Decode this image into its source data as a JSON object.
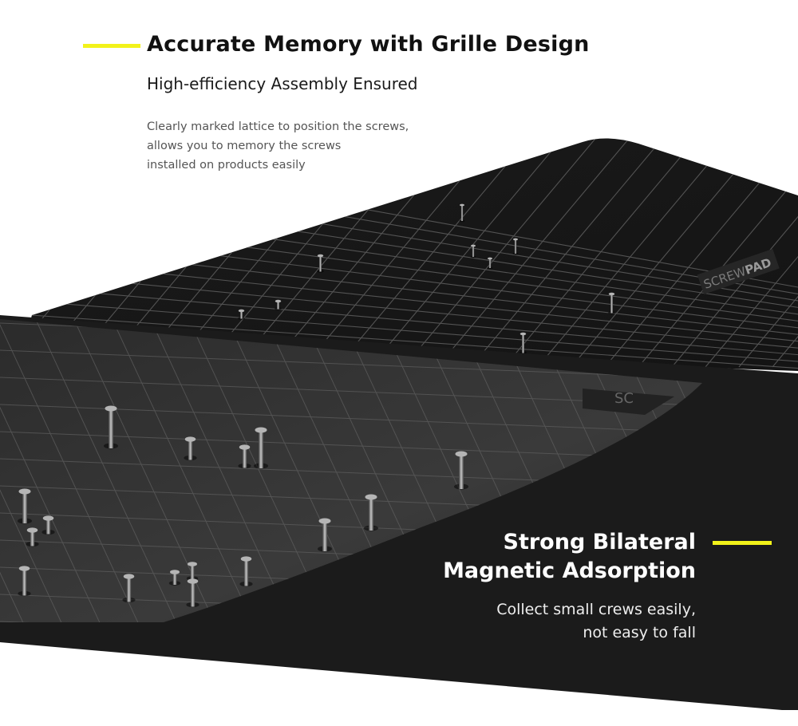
{
  "colors": {
    "accent": "#f2f21a",
    "pad": "#1c1c1c",
    "grid": "#6b6b6b",
    "screw": "#9a9a9a"
  },
  "section_top": {
    "title": "Accurate Memory with Grille Design",
    "subtitle": "High-efficiency Assembly Ensured",
    "description": [
      "Clearly marked lattice to position the screws,",
      "allows you to memory the screws",
      "installed on products easily"
    ]
  },
  "section_bottom": {
    "title": [
      "Strong Bilateral",
      "Magnetic Adsorption"
    ],
    "description": [
      "Collect small crews easily,",
      "not easy to fall"
    ]
  },
  "brand": {
    "back_pad_logo_light": "SCREW",
    "back_pad_logo_bold": "PAD",
    "front_pad_logo": "SC"
  }
}
